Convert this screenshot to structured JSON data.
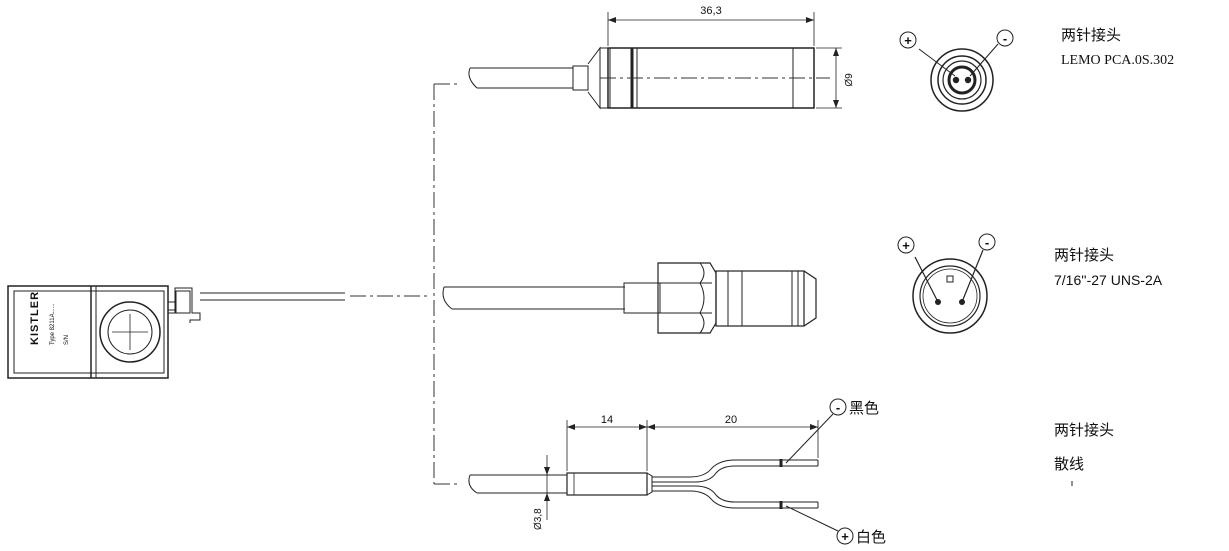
{
  "diagram": {
    "dimensions": {
      "connector1_length": "36,3",
      "connector1_diameter": "Ø9",
      "wire_length_1": "14",
      "wire_length_2": "20",
      "cable_diameter": "Ø3,8"
    },
    "sensor_label": {
      "brand": "KISTLER",
      "type": "Type 8211A......",
      "sn": "S/N"
    },
    "connectors": [
      {
        "title": "两针接头",
        "spec": "LEMO PCA.0S.302",
        "plus": "+",
        "minus": "-"
      },
      {
        "title": "两针接头",
        "spec": "7/16''-27  UNS-2A",
        "plus": "+",
        "minus": "-"
      },
      {
        "title": "两针接头",
        "spec": "散线"
      }
    ],
    "wires": {
      "black_label": "黑色",
      "white_label": "白色",
      "black_sign": "-",
      "white_sign": "+"
    }
  }
}
